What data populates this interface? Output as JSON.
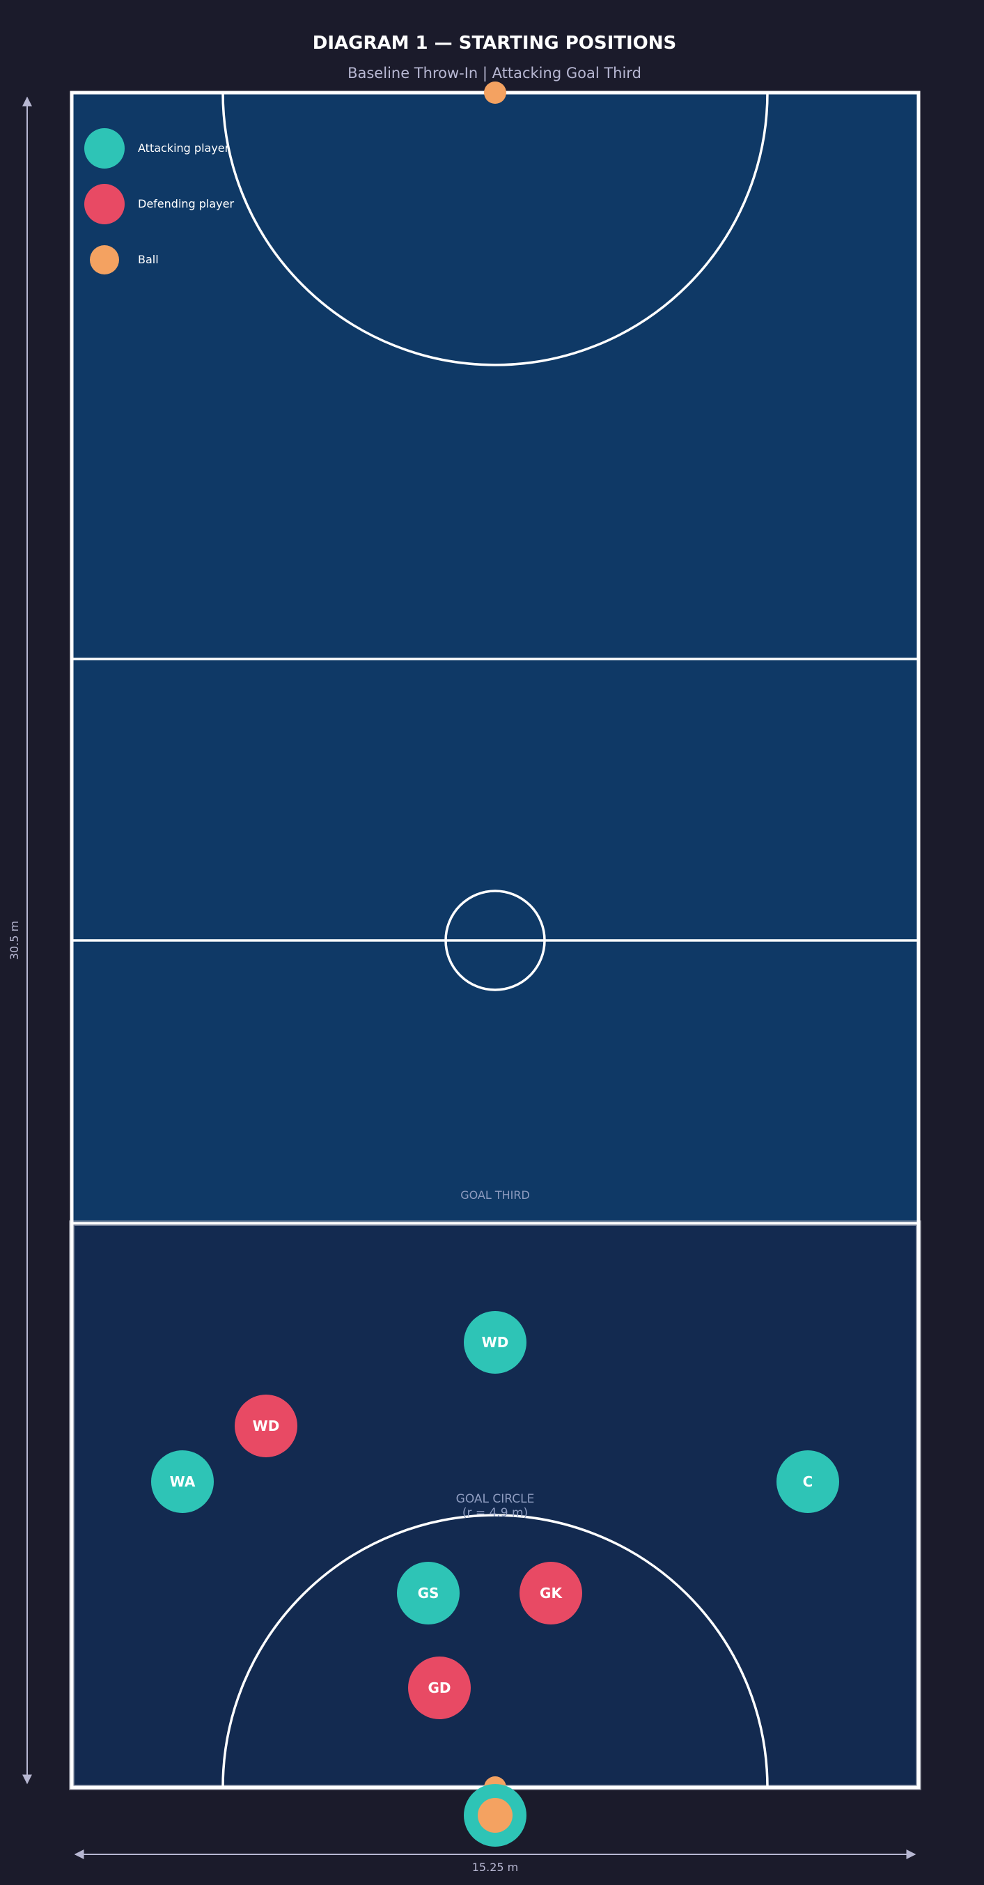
{
  "title": "DIAGRAM 1 — STARTING POSITIONS",
  "subtitle": "Baseline Throw-In | Attacking Goal Third",
  "colors": {
    "background": "#1b1b2b",
    "court": "#0f3966",
    "goal_third": "#132a50",
    "lines": "#ffffff",
    "attack": "#2ec4b6",
    "defend": "#e84a64",
    "ball": "#f4a261",
    "dimension": "#b7b7d2"
  },
  "legend": [
    {
      "label": "Attacking player",
      "type": "attack"
    },
    {
      "label": "Defending player",
      "type": "defend"
    },
    {
      "label": "Ball",
      "type": "ball"
    }
  ],
  "zones": {
    "goal_third": "GOAL THIRD",
    "goal_circle": [
      "GOAL CIRCLE",
      "(r = 4.9 m)"
    ]
  },
  "dimensions": {
    "width": "15.25 m",
    "length": "30.5 m"
  },
  "players": [
    {
      "label": "WD",
      "team": "attack"
    },
    {
      "label": "WD",
      "team": "defend"
    },
    {
      "label": "WA",
      "team": "attack"
    },
    {
      "label": "C",
      "team": "attack"
    },
    {
      "label": "GS",
      "team": "attack"
    },
    {
      "label": "GK",
      "team": "defend"
    },
    {
      "label": "GD",
      "team": "defend"
    }
  ],
  "thrower": {
    "team": "attack",
    "has_ball": true
  }
}
